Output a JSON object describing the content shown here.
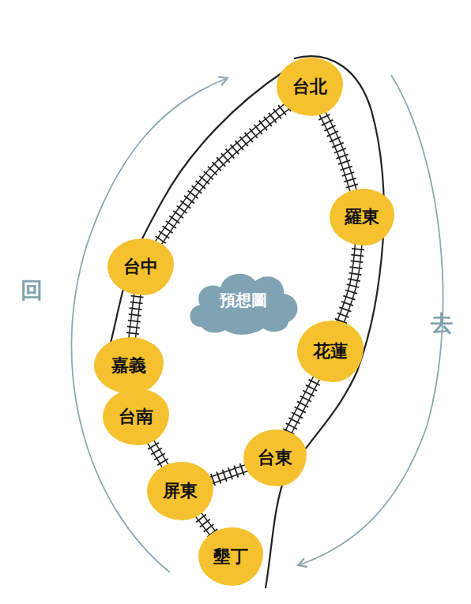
{
  "diagram": {
    "nodes": [
      {
        "text": [
          "台北"
        ]
      },
      {
        "text": [
          "羅東"
        ]
      },
      {
        "text": [
          "台中"
        ]
      },
      {
        "text": [
          "預想圖"
        ]
      },
      {
        "text": [
          "花蓮"
        ]
      },
      {
        "text": [
          "嘉義"
        ]
      },
      {
        "text": [
          "台南"
        ]
      },
      {
        "text": [
          "台東"
        ]
      },
      {
        "text": [
          "屏東"
        ]
      },
      {
        "text": [
          "墾丁"
        ]
      }
    ],
    "edges": [
      {
        "from": 0,
        "to": 1,
        "arrow": "none"
      },
      {
        "from": 1,
        "to": 4,
        "arrow": "none"
      },
      {
        "from": 4,
        "to": 7,
        "arrow": "none"
      },
      {
        "from": 7,
        "to": 8,
        "arrow": "none"
      },
      {
        "from": 8,
        "to": 9,
        "arrow": "none"
      },
      {
        "from": 8,
        "to": 6,
        "arrow": "none"
      },
      {
        "from": 6,
        "to": 5,
        "arrow": "none"
      },
      {
        "from": 5,
        "to": 2,
        "arrow": "none"
      },
      {
        "from": 2,
        "to": 0,
        "arrow": "none"
      }
    ],
    "labels": [
      "回",
      "去"
    ]
  }
}
